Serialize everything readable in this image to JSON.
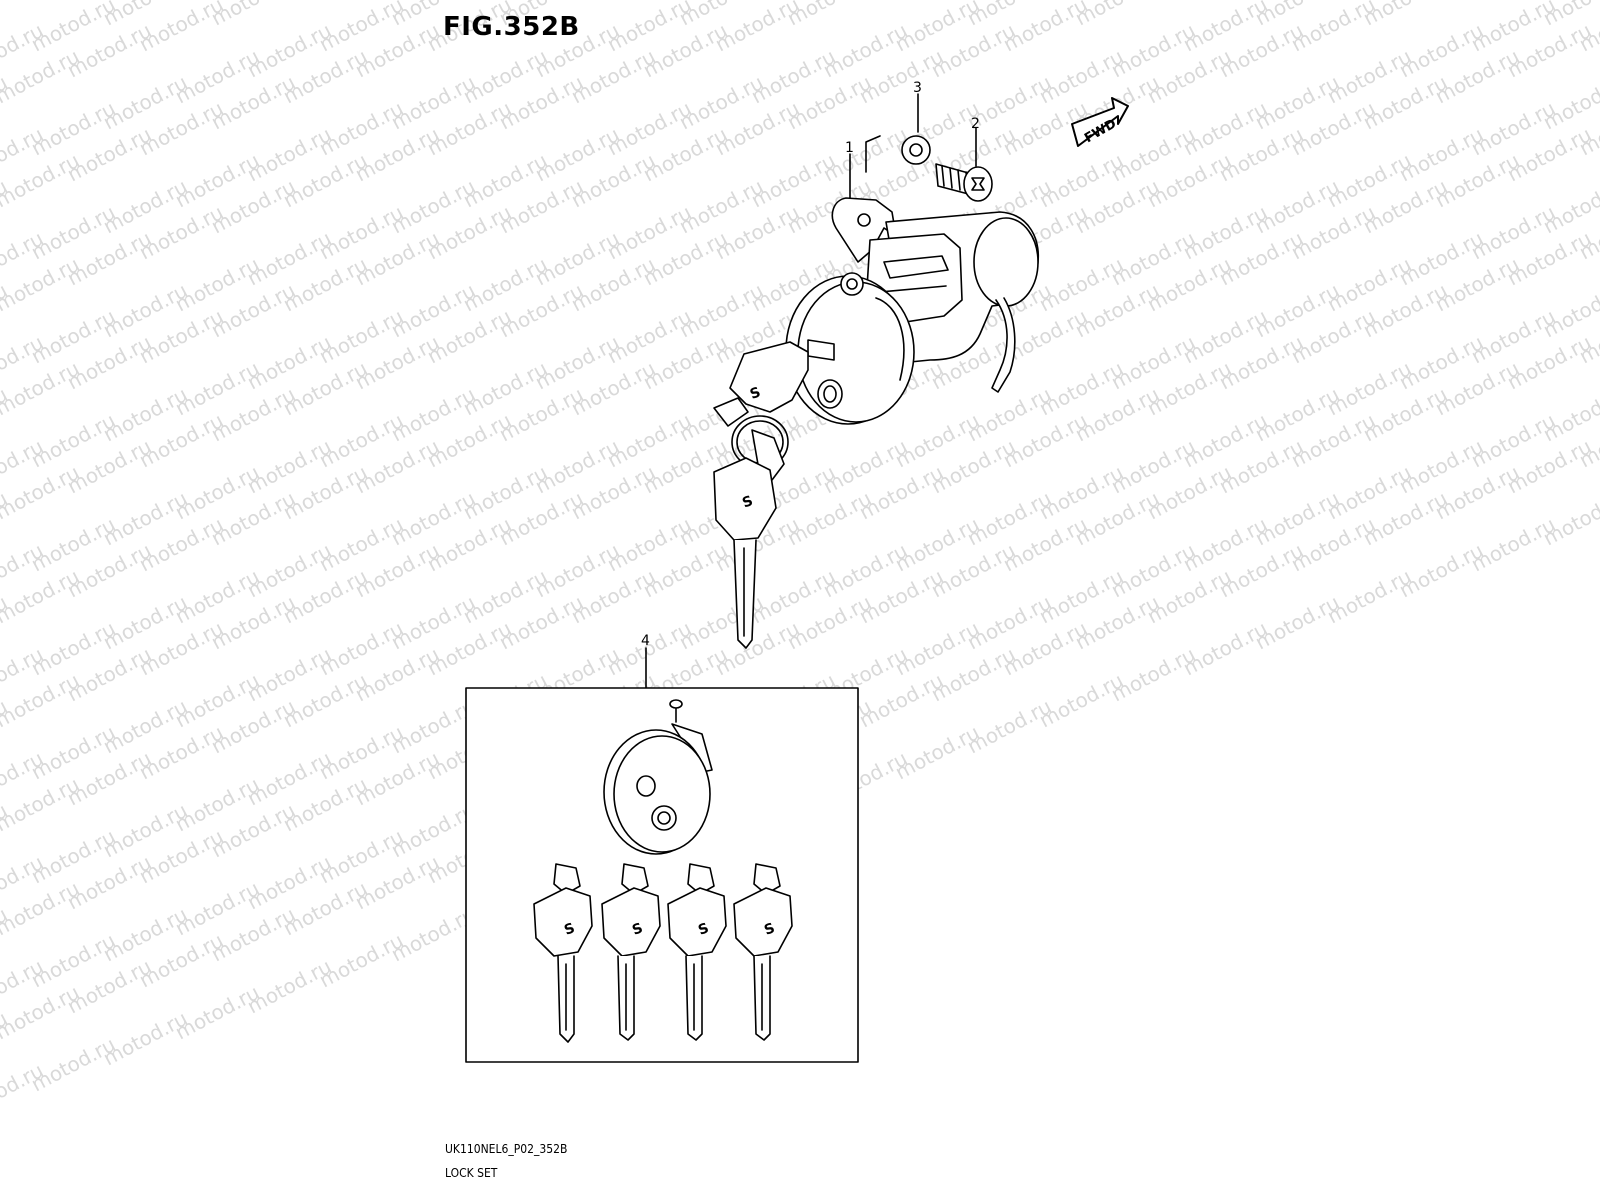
{
  "figure": {
    "title": "FIG.352B",
    "code": "UK110NEL6_P02_352B",
    "caption": "LOCK SET"
  },
  "callouts": [
    {
      "id": "1",
      "label": "1"
    },
    {
      "id": "2",
      "label": "2"
    },
    {
      "id": "3",
      "label": "3"
    },
    {
      "id": "4",
      "label": "4"
    }
  ],
  "direction_badge": {
    "text": "FWD"
  },
  "watermark": {
    "text": "motod.ru",
    "color": "#d9d9d9"
  },
  "colors": {
    "line": "#000000",
    "background": "#ffffff"
  }
}
